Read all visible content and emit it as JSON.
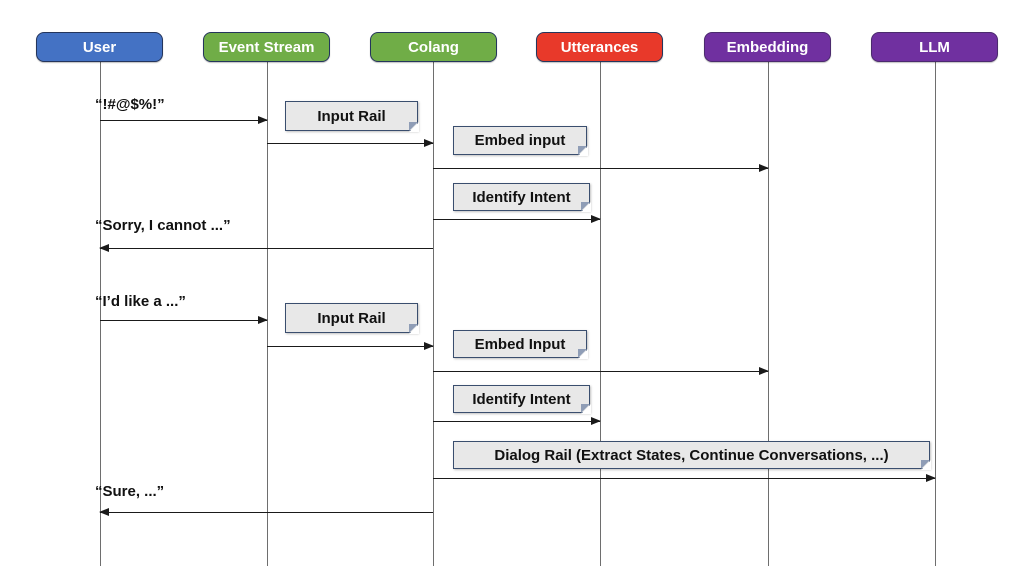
{
  "diagram": {
    "type": "sequence-diagram",
    "actors": [
      {
        "id": "user",
        "label": "User",
        "color": "#4472C4"
      },
      {
        "id": "event-stream",
        "label": "Event Stream",
        "color": "#70AD47"
      },
      {
        "id": "colang",
        "label": "Colang",
        "color": "#70AD47"
      },
      {
        "id": "utterances",
        "label": "Utterances",
        "color": "#E8392A"
      },
      {
        "id": "embedding",
        "label": "Embedding",
        "color": "#7030A0"
      },
      {
        "id": "llm",
        "label": "LLM",
        "color": "#7030A0"
      }
    ],
    "notes": [
      {
        "label": "Input Rail"
      },
      {
        "label": "Embed input"
      },
      {
        "label": "Identify Intent"
      },
      {
        "label": "Input Rail"
      },
      {
        "label": "Embed Input"
      },
      {
        "label": "Identify Intent"
      },
      {
        "label": "Dialog Rail (Extract States, Continue Conversations, ...)"
      }
    ],
    "messages": [
      {
        "text": "“!#@$%!”",
        "from": "User",
        "to": "Event Stream"
      },
      {
        "text": "“Sorry, I cannot ...”",
        "from": "Colang",
        "to": "User"
      },
      {
        "text": "“I’d like a ...”",
        "from": "User",
        "to": "Event Stream"
      },
      {
        "text": "“Sure, ...”",
        "from": "Colang",
        "to": "User"
      }
    ],
    "note_style": {
      "fill": "#E8E8E8",
      "border": "#3A4E6E"
    }
  }
}
